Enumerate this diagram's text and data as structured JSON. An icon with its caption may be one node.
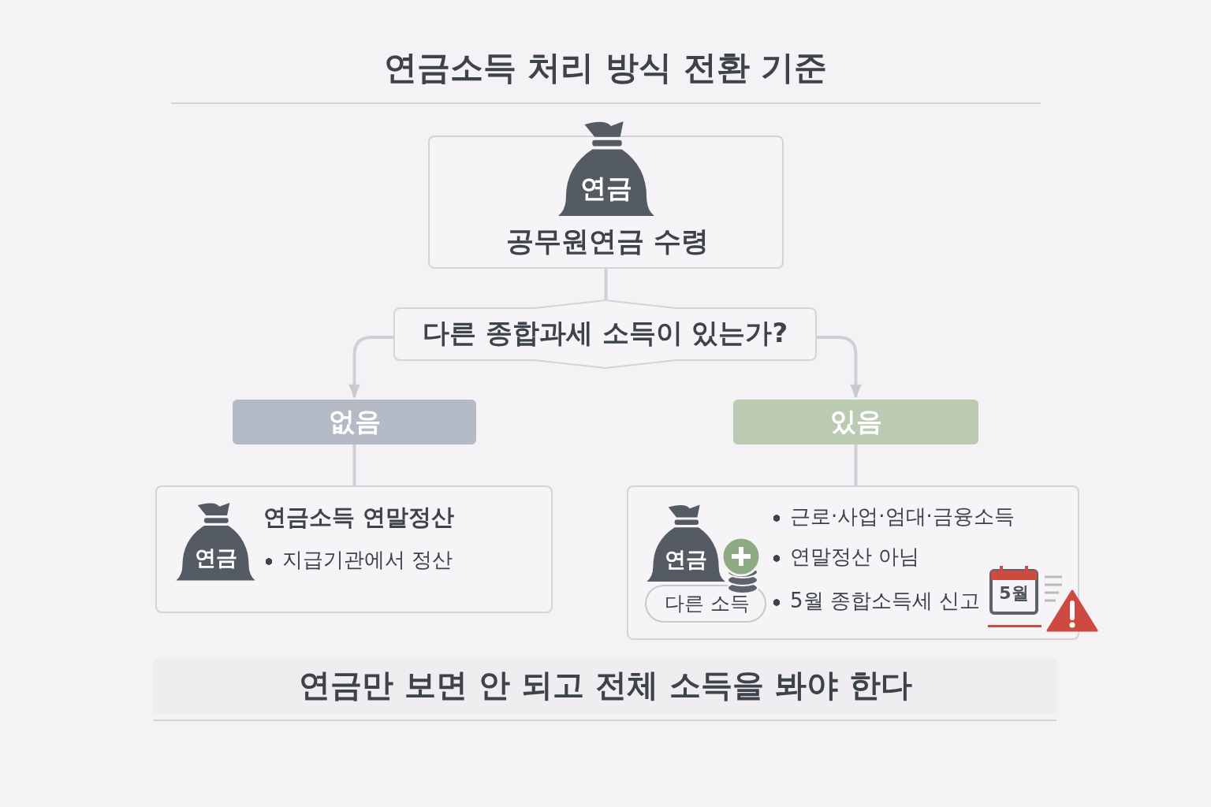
{
  "diagram": {
    "title": "연금소득 처리 방식 전환 기준",
    "caption": "연금만 보면 안 되고 전체 소득을 봐야 한다",
    "nodes": [
      {
        "text": [
          "공무원연금 수령"
        ]
      },
      {
        "text": [
          "다른 종합과세 소득이 있는가?"
        ]
      },
      {
        "text": [
          "없음"
        ]
      },
      {
        "text": [
          "있음"
        ]
      },
      {
        "text": [
          "연금소득 연말정산",
          "지급기관에서 정산"
        ]
      },
      {
        "text": [
          "근로·사업·엄대·금융소득",
          "연말정산 아님",
          "5월 종합소득세 신고"
        ]
      },
      {
        "text": [
          "다른 소득"
        ],
        "in": 5
      }
    ],
    "edges": [
      {
        "from": 0,
        "to": 1,
        "arrow": "none"
      },
      {
        "from": 1,
        "to": 2,
        "arrow": "to"
      },
      {
        "from": 1,
        "to": 3,
        "arrow": "to"
      },
      {
        "from": 2,
        "to": 4,
        "arrow": "none"
      },
      {
        "from": 3,
        "to": 5,
        "arrow": "none"
      }
    ],
    "labels": [
      "연금",
      "연금",
      "연금",
      "5월"
    ]
  }
}
